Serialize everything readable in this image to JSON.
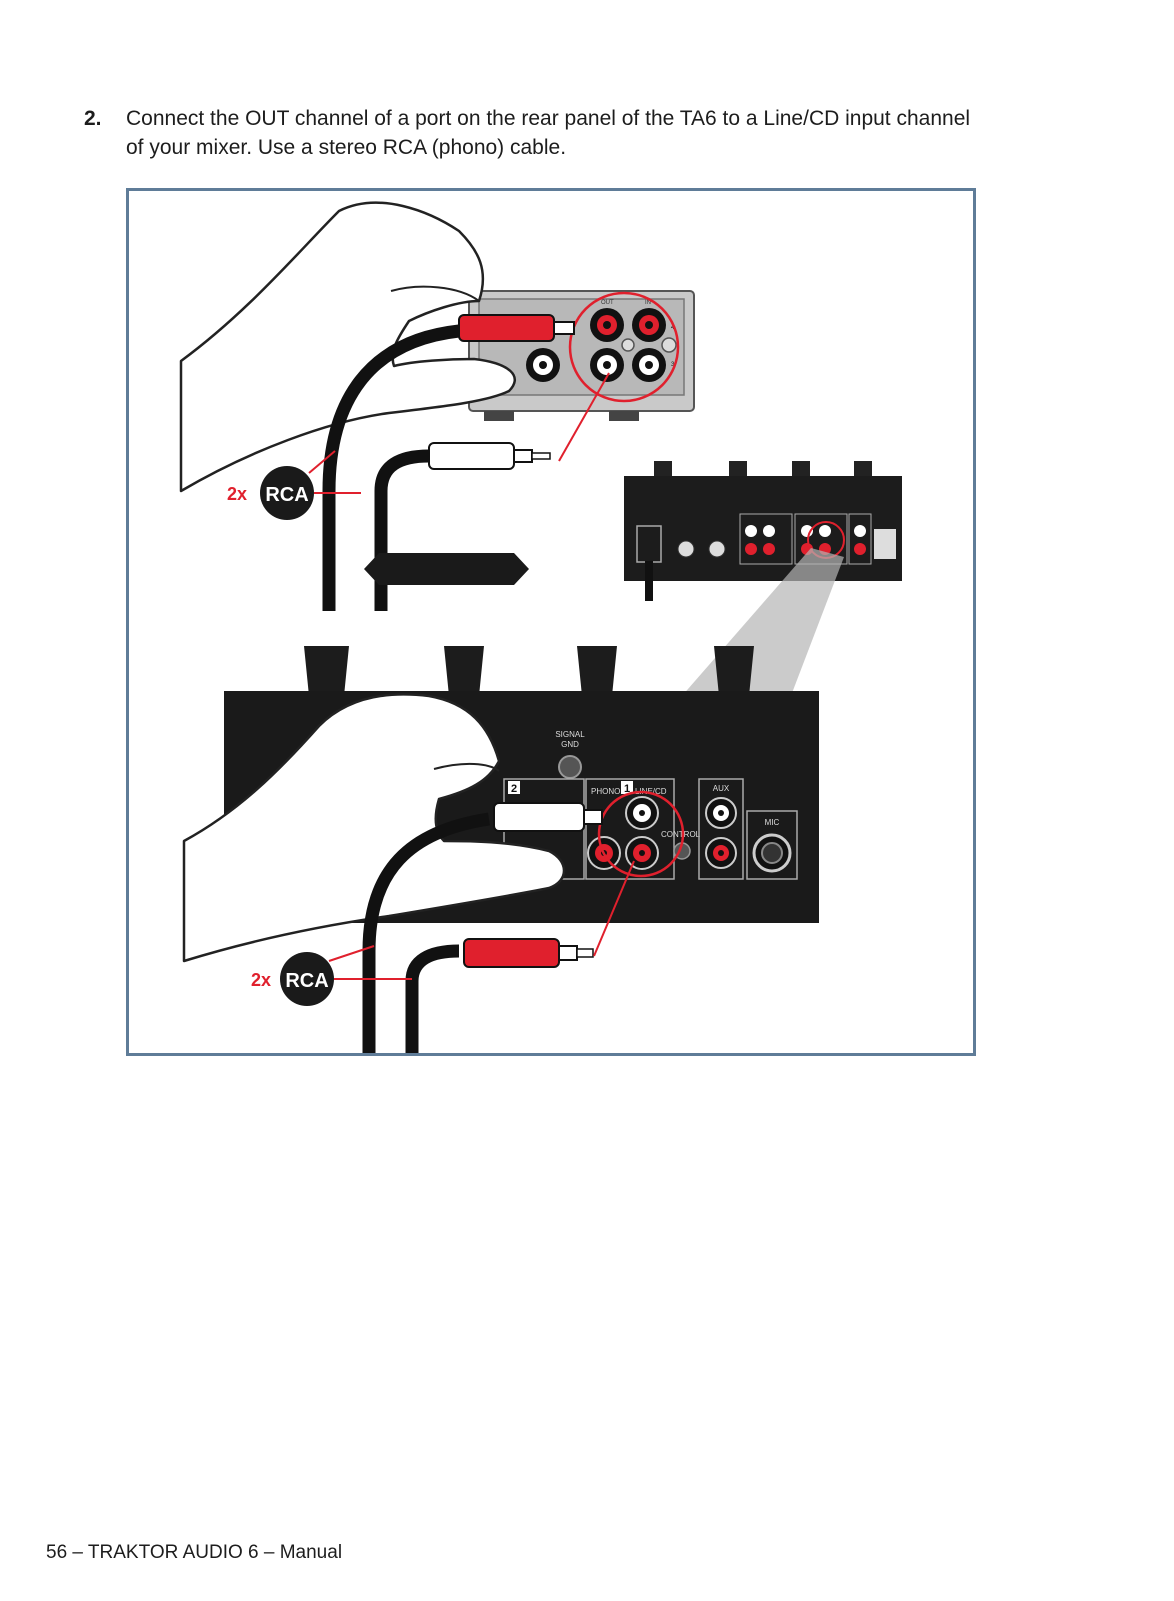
{
  "step": {
    "number": "2.",
    "text": "Connect the OUT channel of a port on the rear panel of the TA6 to a Line/CD input channel of your mixer. Use a stereo RCA (phono) cable."
  },
  "figure": {
    "callout_top": {
      "count": "2x",
      "label": "RCA"
    },
    "callout_bottom": {
      "count": "2x",
      "label": "RCA"
    },
    "ta6_labels": {
      "out": "OUT",
      "in": "IN",
      "ch4": "4",
      "ch3": "3"
    },
    "mixer_labels": {
      "signal_gnd_line1": "SIGNAL",
      "signal_gnd_line2": "GND",
      "phono": "PHONO",
      "line_cd": "LINE/CD",
      "control": "CONTROL",
      "aux": "AUX",
      "mic": "MIC",
      "channel_1": "1",
      "channel_2": "2"
    },
    "colors": {
      "accent_red": "#e0202d",
      "frame": "#5f7c98"
    }
  },
  "footer": {
    "text": "56 – TRAKTOR AUDIO 6 – Manual"
  }
}
